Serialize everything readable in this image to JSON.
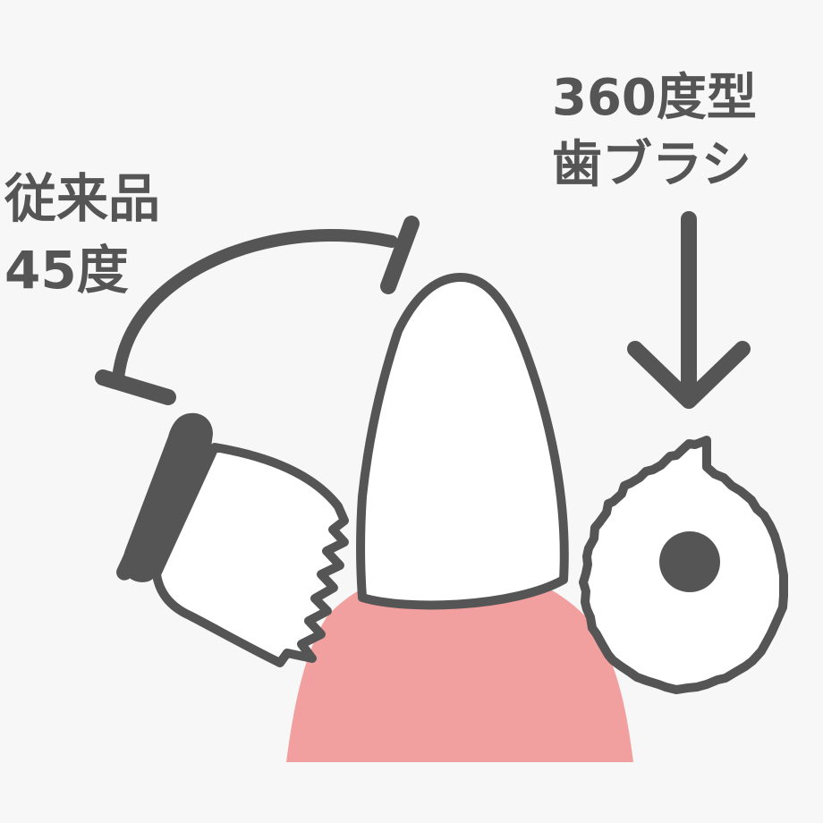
{
  "labels": {
    "conventional_line1": "従来品",
    "conventional_line2": "45度",
    "new_line1": "360度型",
    "new_line2": "歯ブラシ"
  },
  "colors": {
    "background": "#f7f7f7",
    "ink": "#555555",
    "tooth_fill": "#ffffff",
    "gum_fill": "#f2a09f"
  },
  "icons": {
    "conventional_brush": "flat-toothbrush-head-icon",
    "new_brush": "round-360-brush-head-icon",
    "angle_indicator": "45-degree-arc-icon",
    "direction_arrow": "arrow-down-icon"
  }
}
